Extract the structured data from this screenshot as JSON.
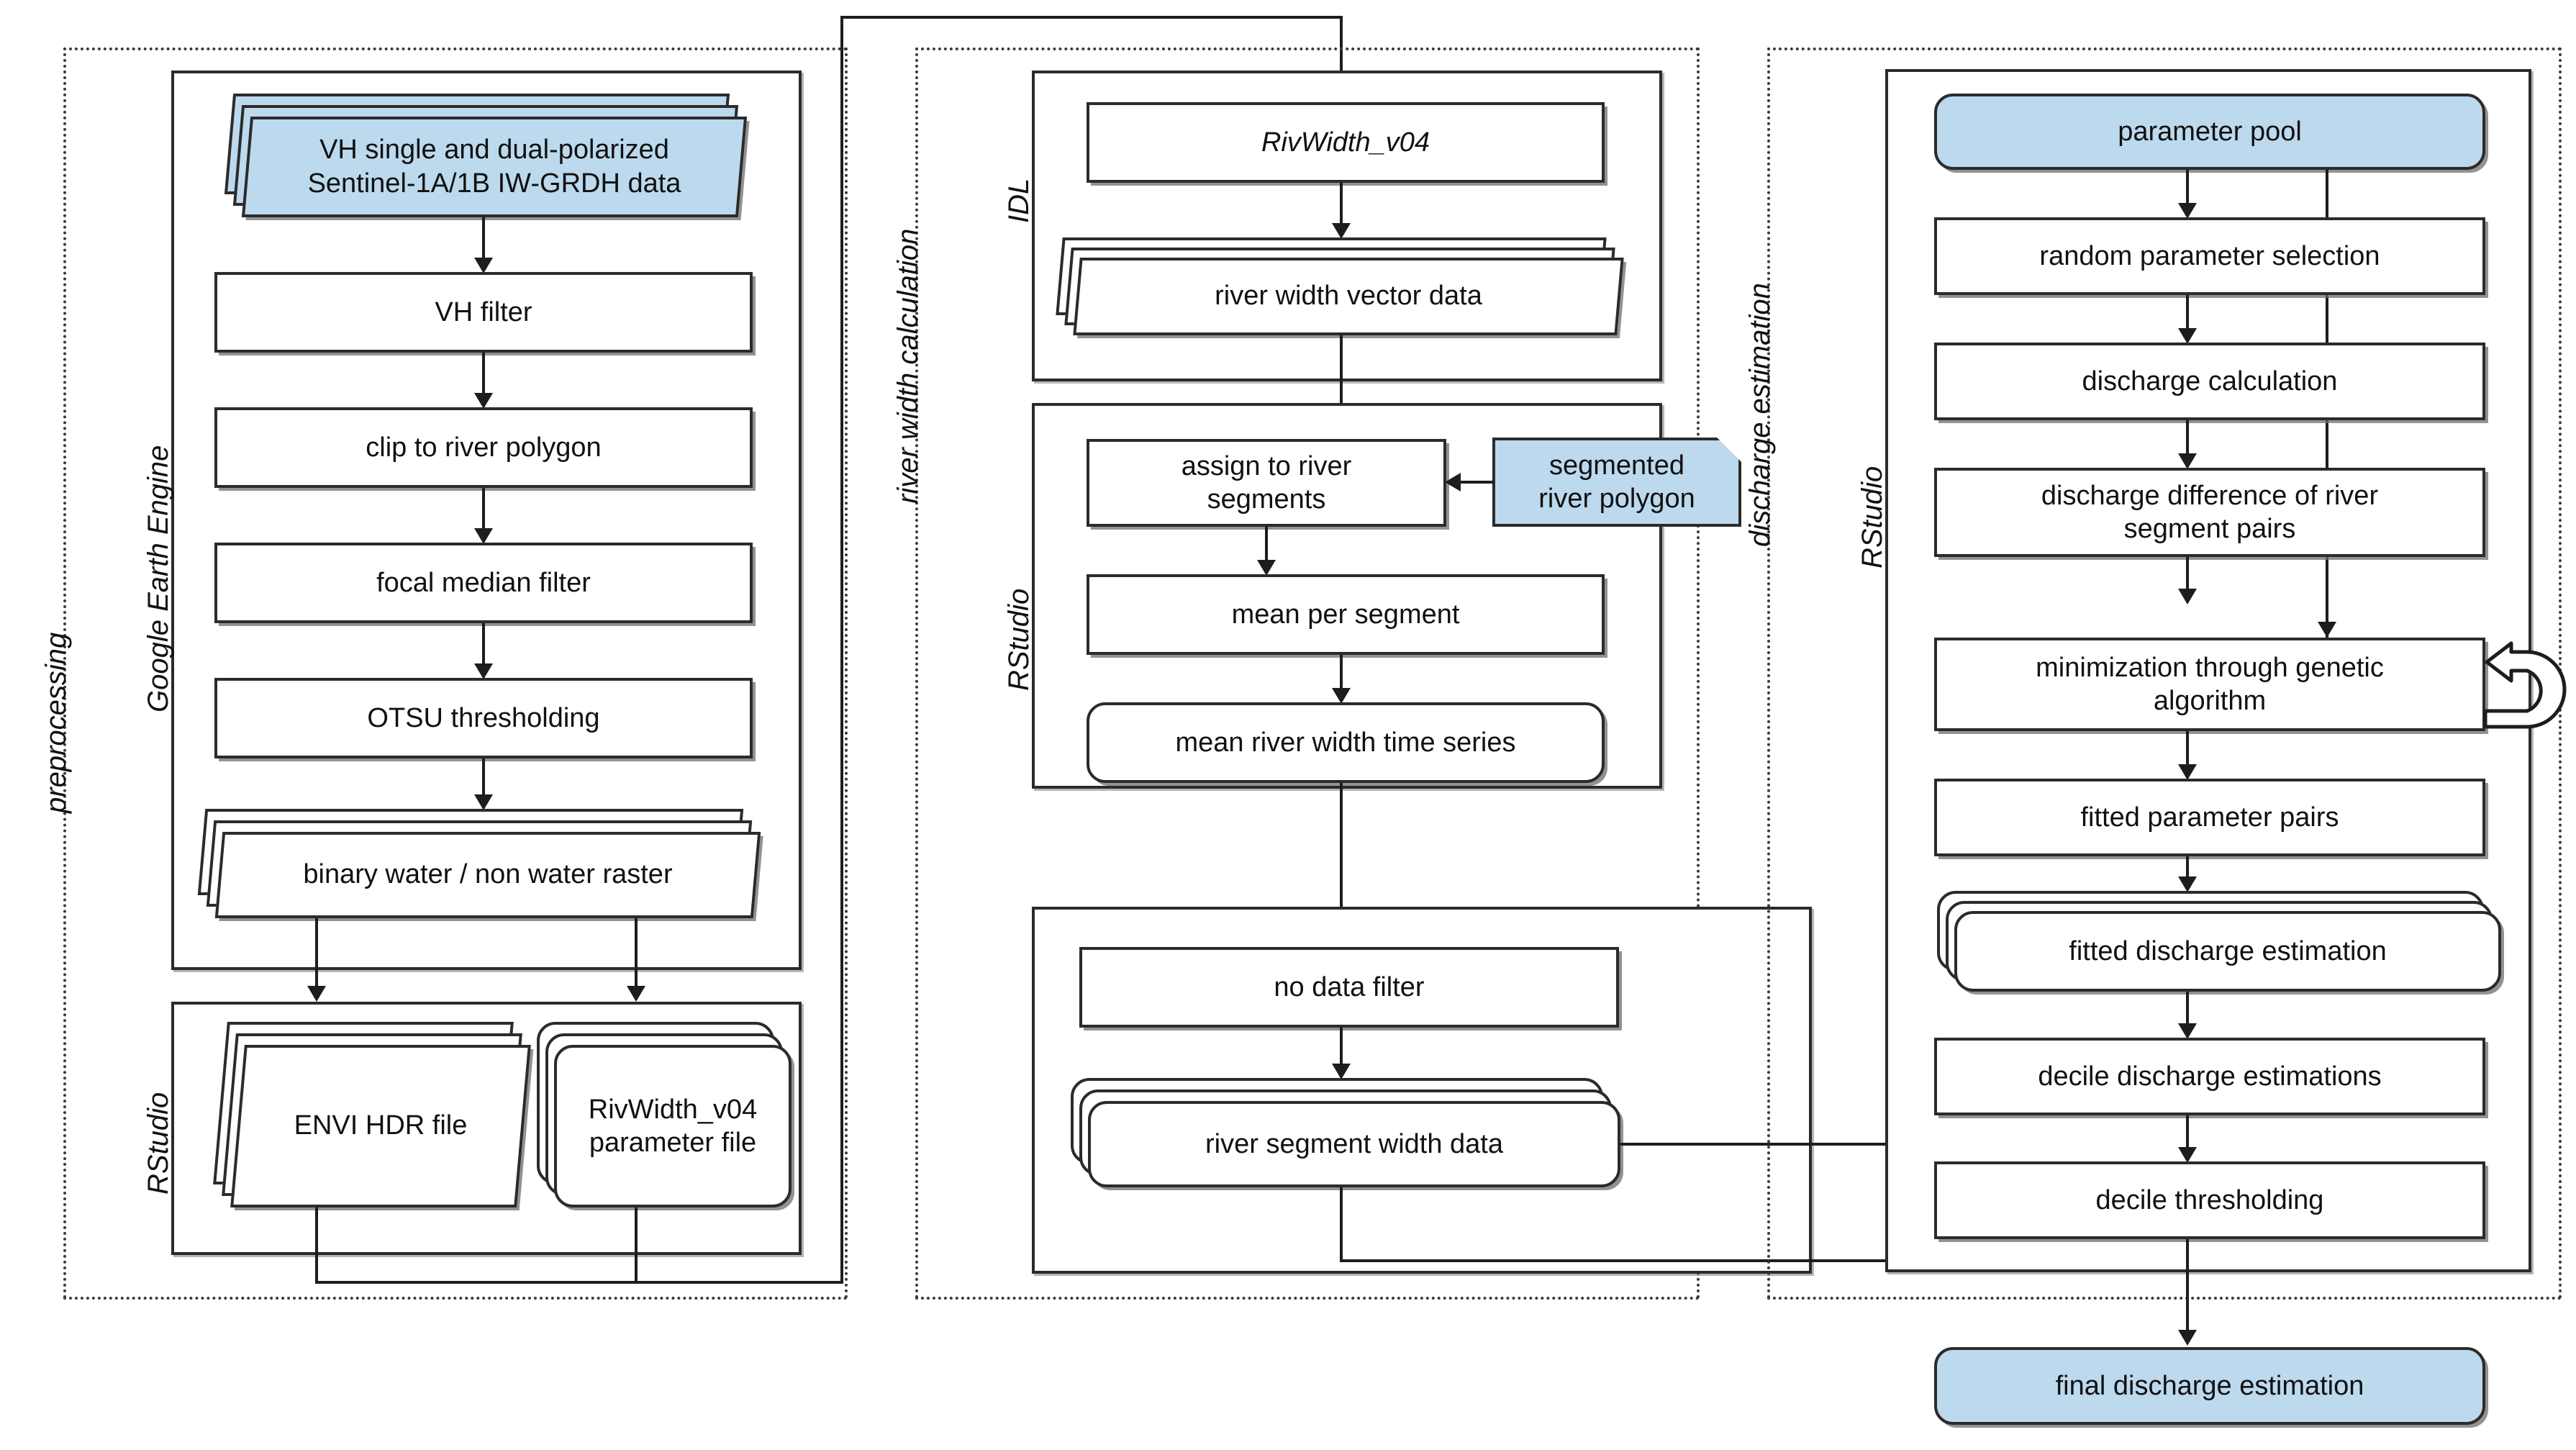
{
  "phases": [
    {
      "key": "preprocessing",
      "label": "preprocessing"
    },
    {
      "key": "riverwidth",
      "label": "river width calculation"
    },
    {
      "key": "discharge",
      "label": "discharge estimation"
    }
  ],
  "software_groups": [
    {
      "key": "gee",
      "label": "Google Earth Engine"
    },
    {
      "key": "rstudio_pre",
      "label": "RStudio"
    },
    {
      "key": "idl",
      "label": "IDL"
    },
    {
      "key": "rstudio_rw",
      "label": "RStudio"
    },
    {
      "key": "rstudio_nd",
      "label": ""
    },
    {
      "key": "rstudio_de",
      "label": "RStudio"
    }
  ],
  "preprocessing": {
    "input_stack": "VH single and dual-polarized\nSentinel-1A/1B IW-GRDH data",
    "input_stack_line1": "VH single and dual-polarized",
    "input_stack_line2": "Sentinel-1A/1B IW-GRDH data",
    "steps": [
      "VH filter",
      "clip to river polygon",
      "focal median filter",
      "OTSU thresholding"
    ],
    "raster_output": "binary water / non water raster",
    "envi_file": "ENVI HDR file",
    "param_file_line1": "RivWidth_v04",
    "param_file_line2": "parameter file"
  },
  "river_width": {
    "rivwidth_tool": "RivWidth_v04",
    "vector_data": "river width vector data",
    "assign_line1": "assign to river",
    "assign_line2": "segments",
    "segmented_line1": "segmented",
    "segmented_line2": "river polygon",
    "mean_per_segment": "mean per segment",
    "time_series": "mean river width time series",
    "no_data_filter": "no data filter",
    "segment_width_data": "river segment width data"
  },
  "discharge": {
    "parameter_pool": "parameter pool",
    "random_selection": "random parameter selection",
    "discharge_calculation": "discharge calculation",
    "difference_line1": "discharge difference of river",
    "difference_line2": "segment pairs",
    "minimization_line1": "minimization through genetic",
    "minimization_line2": "algorithm",
    "fitted_parameter_pairs": "fitted parameter pairs",
    "fitted_discharge_estimation": "fitted discharge estimation",
    "decile_estimations": "decile discharge estimations",
    "decile_thresholding": "decile thresholding",
    "final": "final discharge estimation"
  },
  "colors": {
    "data_fill": "#bcd9ee",
    "stroke": "#2b2b2b",
    "line": "#1d1d1d",
    "background": "#ffffff"
  }
}
